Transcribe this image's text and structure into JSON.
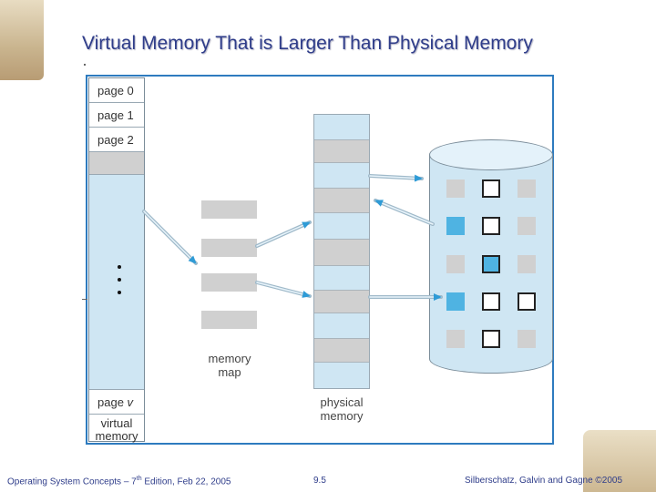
{
  "title": "Virtual Memory That is Larger Than Physical Memory",
  "virtual_memory": {
    "page0": "page 0",
    "page1": "page 1",
    "page2": "page 2",
    "pagev_prefix": "page ",
    "pagev_var": "v",
    "label_line1": "virtual",
    "label_line2": "memory"
  },
  "memory_map": {
    "label_line1": "memory",
    "label_line2": "map"
  },
  "physical_memory": {
    "label_line1": "physical",
    "label_line2": "memory"
  },
  "footer": {
    "left_prefix": "Operating System Concepts – 7",
    "left_sup": "th",
    "left_suffix": " Edition, Feb 22, 2005",
    "center": "9.5",
    "right": "Silberschatz, Galvin and Gagne ©2005"
  },
  "colors": {
    "title": "#2f3d8a",
    "frame_border": "#2e7bbf",
    "light_blue": "#cfe6f3",
    "gray_block": "#d0d0d0",
    "bright_blue": "#4fb3e2"
  }
}
